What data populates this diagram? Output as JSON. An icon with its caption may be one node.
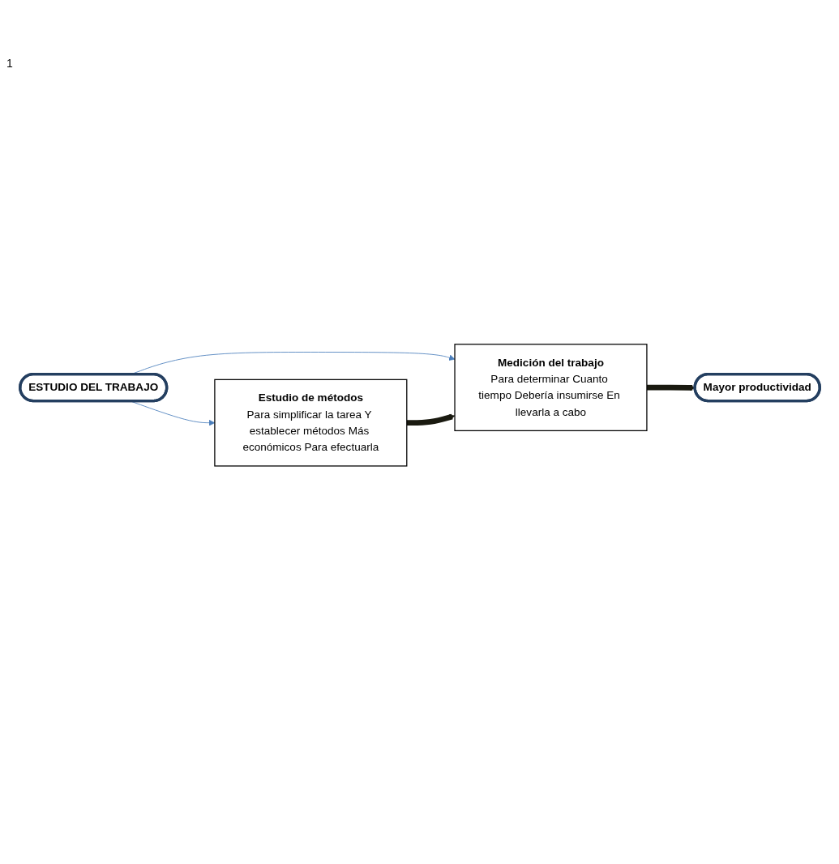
{
  "diagram": {
    "nodes": [
      {
        "text": [
          "ESTUDIO DEL TRABAJO"
        ]
      },
      {
        "text": [
          "Estudio de métodos",
          "Para simplificar la tarea Y establecer métodos Más económicos Para efectuarla"
        ]
      },
      {
        "text": [
          "Medición del trabajo",
          "Para determinar Cuanto tiempo Debería insumirse En llevarla a cabo"
        ]
      },
      {
        "text": [
          "Mayor productividad"
        ]
      }
    ],
    "edges": [
      {
        "from": 0,
        "to": 1,
        "arrow": "to",
        "color": "#4a7ebb"
      },
      {
        "from": 0,
        "to": 2,
        "arrow": "to",
        "color": "#4a7ebb"
      },
      {
        "from": 1,
        "to": 2,
        "arrow": "to",
        "style": "thick",
        "color": "#1a1a10"
      },
      {
        "from": 2,
        "to": 3,
        "arrow": "to",
        "style": "thick",
        "color": "#1a1a10"
      }
    ],
    "labels": [
      "1"
    ]
  }
}
